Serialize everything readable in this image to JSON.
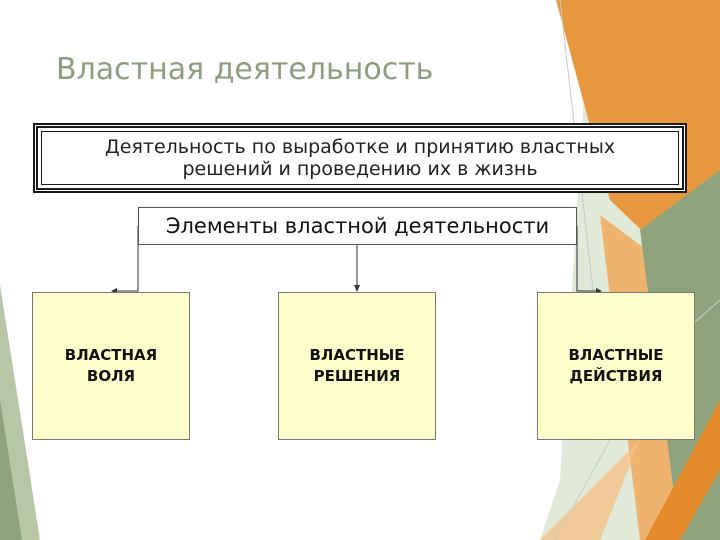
{
  "slide": {
    "title": "Властная деятельность"
  },
  "diagram": {
    "definition": "Деятельность по выработке и принятию властных решений и проведению их в жизнь",
    "elements_header": "Элементы властной деятельности",
    "elements": [
      "ВЛАСТНАЯ\nВОЛЯ",
      "ВЛАСТНЫЕ\nРЕШЕНИЯ",
      "ВЛАСТНЫЕ\nДЕЙСТВИЯ"
    ]
  },
  "colors": {
    "title": "#8d9e80",
    "element_fill": "#ffffcc",
    "accent_orange": "#e7973d",
    "accent_green": "#8ea37c",
    "accent_lightgreen": "#d4dfc7"
  }
}
